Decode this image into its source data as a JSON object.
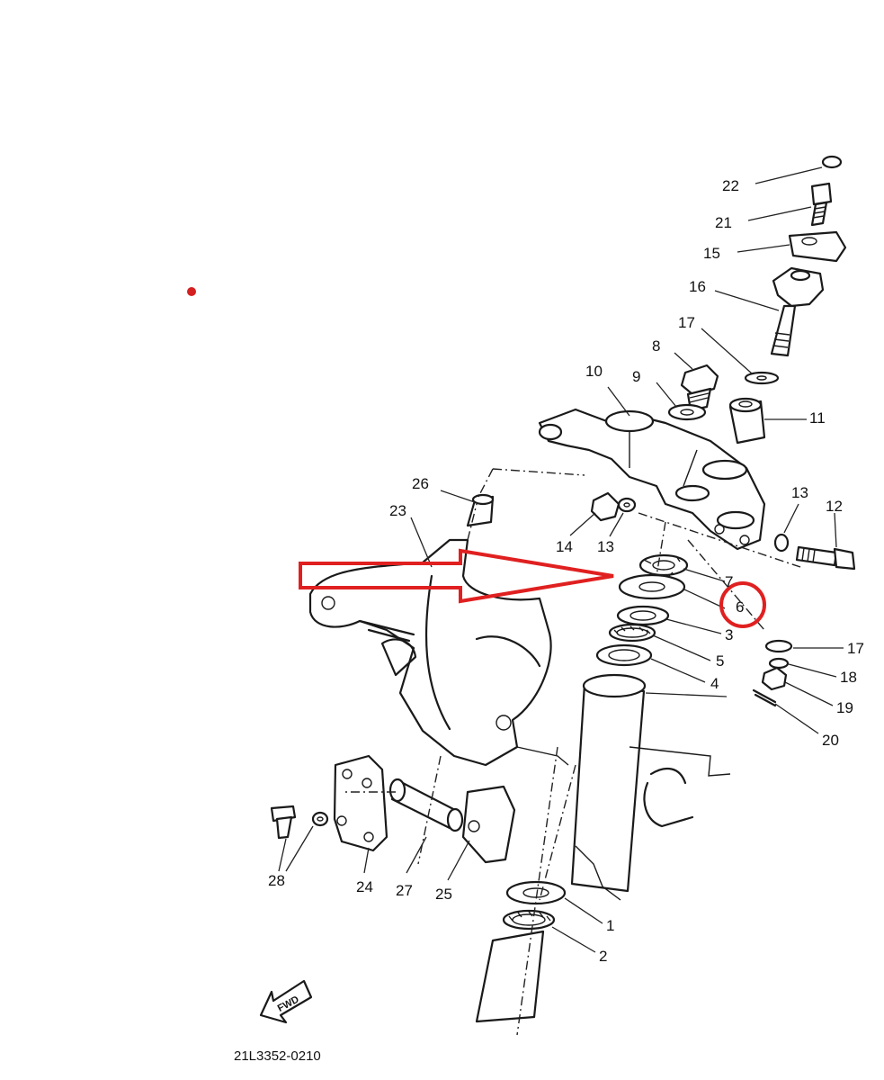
{
  "drawing_code": "21L3352-0210",
  "fwd_label": "FWD",
  "highlight_color": "#e02020",
  "part_labels": [
    {
      "id": "22",
      "text": "22"
    },
    {
      "id": "21",
      "text": "21"
    },
    {
      "id": "15",
      "text": "15"
    },
    {
      "id": "16",
      "text": "16"
    },
    {
      "id": "17a",
      "text": "17"
    },
    {
      "id": "8",
      "text": "8"
    },
    {
      "id": "9",
      "text": "9"
    },
    {
      "id": "10",
      "text": "10"
    },
    {
      "id": "11",
      "text": "11"
    },
    {
      "id": "26",
      "text": "26"
    },
    {
      "id": "23",
      "text": "23"
    },
    {
      "id": "13a",
      "text": "13"
    },
    {
      "id": "12",
      "text": "12"
    },
    {
      "id": "14",
      "text": "14"
    },
    {
      "id": "13b",
      "text": "13"
    },
    {
      "id": "7",
      "text": "7"
    },
    {
      "id": "6",
      "text": "6"
    },
    {
      "id": "3",
      "text": "3"
    },
    {
      "id": "17b",
      "text": "17"
    },
    {
      "id": "5",
      "text": "5"
    },
    {
      "id": "18",
      "text": "18"
    },
    {
      "id": "4",
      "text": "4"
    },
    {
      "id": "19",
      "text": "19"
    },
    {
      "id": "20",
      "text": "20"
    },
    {
      "id": "28",
      "text": "28"
    },
    {
      "id": "24",
      "text": "24"
    },
    {
      "id": "27",
      "text": "27"
    },
    {
      "id": "25",
      "text": "25"
    },
    {
      "id": "1",
      "text": "1"
    },
    {
      "id": "2",
      "text": "2"
    }
  ]
}
